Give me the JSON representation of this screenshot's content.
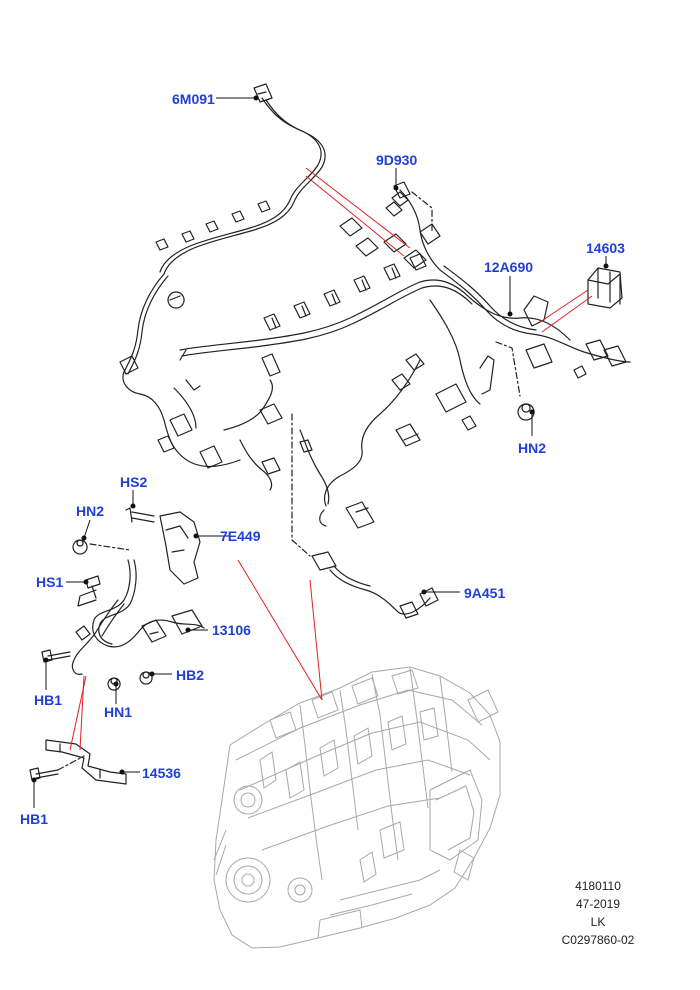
{
  "callouts": {
    "c_6M091": "6M091",
    "c_9D930": "9D930",
    "c_14603": "14603",
    "c_12A690": "12A690",
    "c_HN2_right": "HN2",
    "c_HS2": "HS2",
    "c_HN2_left": "HN2",
    "c_7E449": "7E449",
    "c_HS1": "HS1",
    "c_9A451": "9A451",
    "c_13106": "13106",
    "c_HB2": "HB2",
    "c_HB1_top": "HB1",
    "c_HN1": "HN1",
    "c_14536": "14536",
    "c_HB1_bottom": "HB1"
  },
  "footer": {
    "line1": "4180110",
    "line2": "47-2019",
    "line3": "LK",
    "line4": "C0297860-02"
  },
  "colors": {
    "callout_text": "#1f3fd6",
    "leader_red": "#e02020",
    "outline": "#222222",
    "engine_outline": "#9a9a9a"
  }
}
